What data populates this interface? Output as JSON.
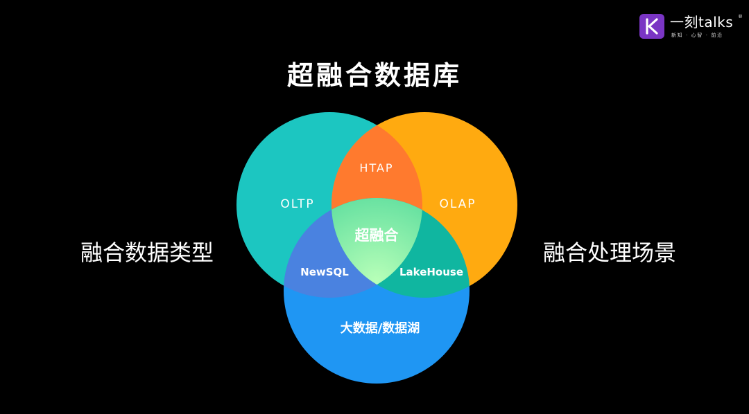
{
  "brand": {
    "logo_letter": "K",
    "name": "一刻talks",
    "registered": "®",
    "tagline": "新知 · 心智 · 前沿",
    "badge_color": "#7a35c4"
  },
  "title": "超融合数据库",
  "side_labels": {
    "left": "融合数据类型",
    "right": "融合处理场景"
  },
  "venn": {
    "circles": [
      {
        "name": "oltp",
        "color": "#1cc6c1"
      },
      {
        "name": "olap",
        "color": "#ffaa10"
      },
      {
        "name": "bigdata",
        "color": "#1f96f3"
      }
    ],
    "overlap_colors": {
      "htap": "#ff7a2e",
      "newsql": "#4a82e0",
      "lakehouse": "#10b6a0",
      "center": "#8ff0a0"
    },
    "labels": {
      "oltp": "OLTP",
      "olap": "OLAP",
      "bigdata": "大数据/数据湖",
      "htap": "HTAP",
      "newsql": "NewSQL",
      "lakehouse": "LakeHouse",
      "center": "超融合"
    }
  }
}
